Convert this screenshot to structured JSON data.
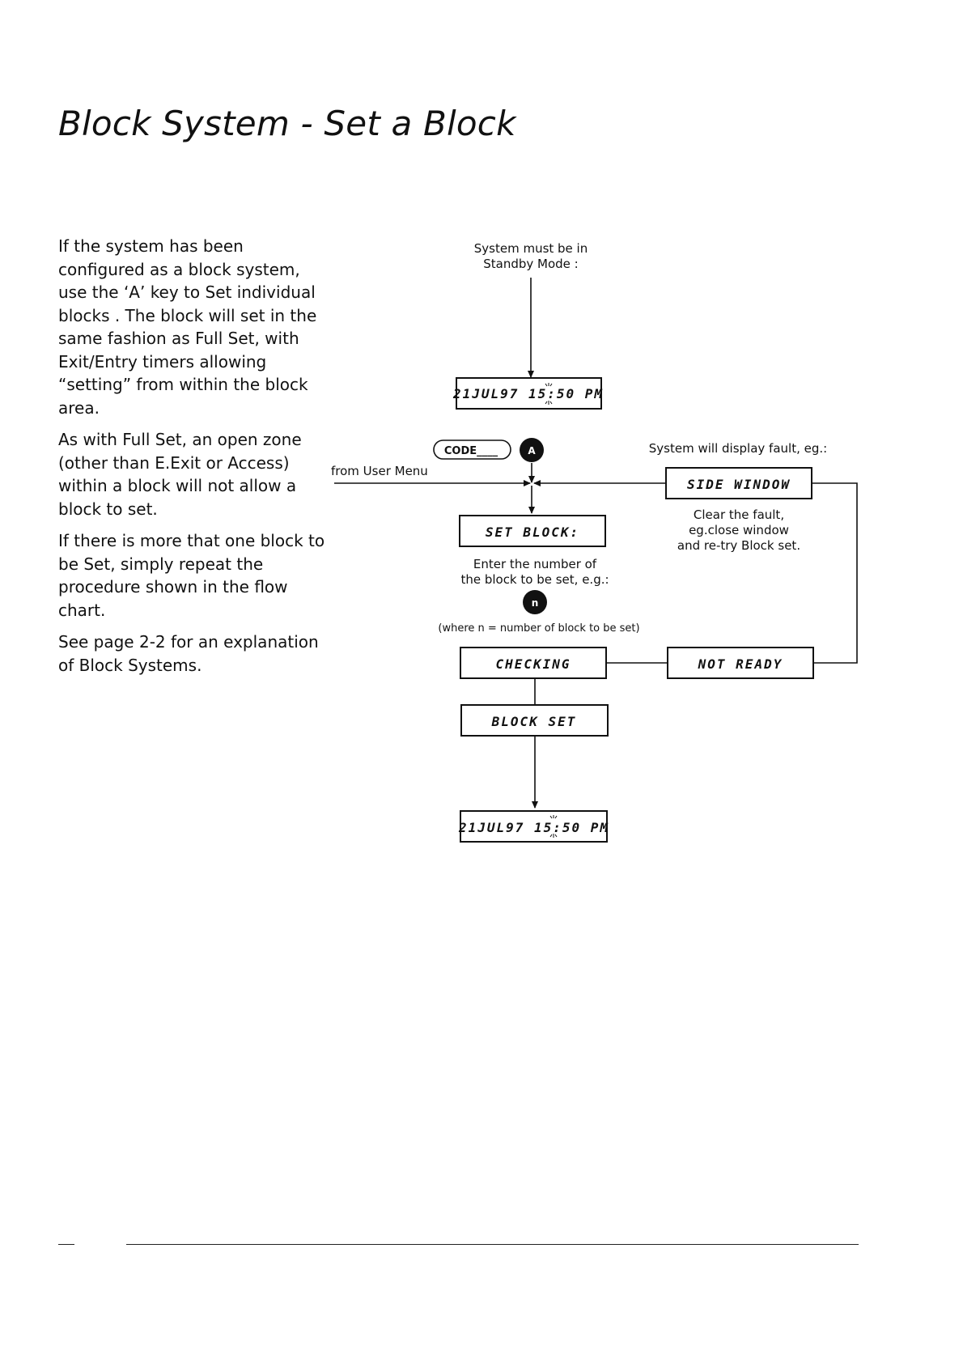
{
  "page": {
    "title": "Block System - Set a Block",
    "paragraphs": [
      "If the system has been configured as a block system, use the ‘A’ key to Set individual blocks . The block will set in the same fashion as Full Set, with Exit/Entry timers allowing “setting” from within the block area.",
      "As with Full Set, an open zone (other than E.Exit or Access) within a block will not allow a block to set.",
      "If there is more that one block to be Set, simply repeat the procedure shown in the flow chart.",
      "See page 2-2 for an explanation of Block Systems."
    ]
  },
  "flow": {
    "standby_line1": "System must be in",
    "standby_line2": "Standby Mode :",
    "display_start": "21JUL97 15:50 PM",
    "code_key": "CODE____",
    "a_key": "A",
    "from_user_menu": "from User Menu",
    "fault_caption": "System will display fault, eg.:",
    "fault_display": "SIDE WINDOW",
    "clear_line1": "Clear the fault,",
    "clear_line2": "eg.close window",
    "clear_line3": "and re-try Block set.",
    "set_block_display": "SET BLOCK:",
    "enter_line1": "Enter the number of",
    "enter_line2": "the block to be set, e.g.:",
    "n_key": "n",
    "where_note": "(where n = number of block to be set)",
    "checking_display": "CHECKING",
    "not_ready_display": "NOT READY",
    "block_set_display": "BLOCK SET",
    "display_end": "21JUL97 15:50 PM"
  }
}
